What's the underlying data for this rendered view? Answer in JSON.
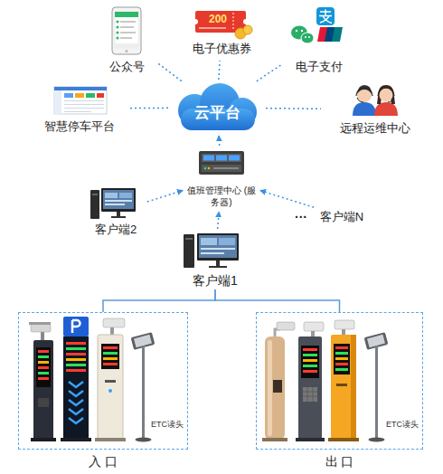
{
  "diagram": {
    "nodes": [
      {
        "text": [
          "公众号"
        ]
      },
      {
        "text": [
          "电子优惠券"
        ]
      },
      {
        "text": [
          "电子支付"
        ]
      },
      {
        "text": [
          "智慧停车平台"
        ]
      },
      {
        "text": [
          "云平台"
        ]
      },
      {
        "text": [
          "远程运维中心"
        ]
      },
      {
        "text": [
          "值班管理中心 (服务器)"
        ]
      },
      {
        "text": [
          "客户端2"
        ]
      },
      {
        "text": [
          "客户端N"
        ]
      },
      {
        "text": [
          "客户端1"
        ]
      },
      {
        "text": [
          "ETC读头",
          "入 口"
        ]
      },
      {
        "text": [
          "ETC读头",
          "出 口"
        ]
      }
    ],
    "edges": [
      {
        "from": 4,
        "to": 0,
        "arrow": "none"
      },
      {
        "from": 4,
        "to": 1,
        "arrow": "none"
      },
      {
        "from": 4,
        "to": 2,
        "arrow": "none"
      },
      {
        "from": 4,
        "to": 3,
        "arrow": "none"
      },
      {
        "from": 4,
        "to": 5,
        "arrow": "none"
      },
      {
        "from": 6,
        "to": 4,
        "arrow": "to"
      },
      {
        "from": 7,
        "to": 6,
        "arrow": "to"
      },
      {
        "from": 8,
        "to": 6,
        "arrow": "to"
      },
      {
        "from": 9,
        "to": 6,
        "arrow": "to"
      },
      {
        "from": 9,
        "to": 10,
        "arrow": "none"
      },
      {
        "from": 9,
        "to": 11,
        "arrow": "none"
      }
    ],
    "labels": [
      "200",
      "···"
    ]
  }
}
